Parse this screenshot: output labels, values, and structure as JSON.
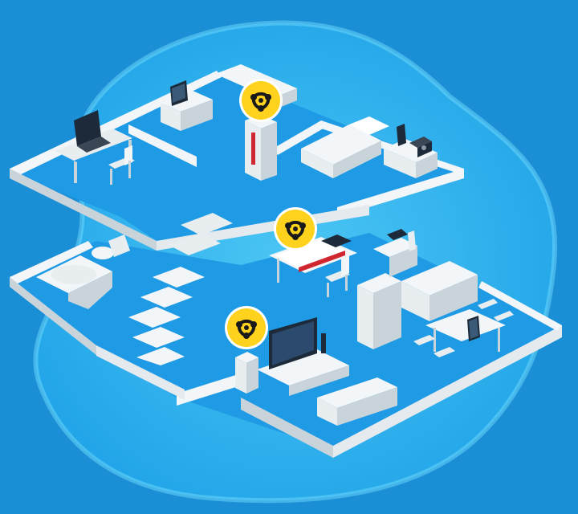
{
  "colors": {
    "background": "#1a8fd6",
    "blob_outer": "#22a7ea",
    "blob_inner": "#5fd0f6",
    "floor": "#1f9be6",
    "wall": "#f3f6f8",
    "wall_shade": "#c9d3da",
    "furniture": "#e8edf0",
    "mesh_badge": "#ffd21e",
    "mesh_badge_ring": "#ffffff",
    "mesh_icon": "#1a1a1a",
    "accent_red": "#d0262f",
    "screen": "#1d2a3a"
  },
  "floors": [
    {
      "name": "upper-floor",
      "rooms": [
        "office",
        "hallway",
        "bedroom"
      ]
    },
    {
      "name": "ground-floor",
      "rooms": [
        "bathroom",
        "stairs",
        "living-room",
        "kitchen"
      ]
    }
  ],
  "mesh_nodes": [
    {
      "icon": "mesh-network-icon",
      "device": "router"
    },
    {
      "icon": "mesh-network-icon",
      "device": "printer-repeater"
    },
    {
      "icon": "mesh-network-icon",
      "device": "tv-repeater"
    }
  ],
  "devices": [
    "laptop-icon",
    "desktop-monitor-icon",
    "router-icon",
    "smartphone-icon",
    "radio-icon",
    "printer-icon",
    "cordless-phone-icon",
    "television-icon",
    "tablet-icon",
    "mesh-repeater-icon"
  ]
}
